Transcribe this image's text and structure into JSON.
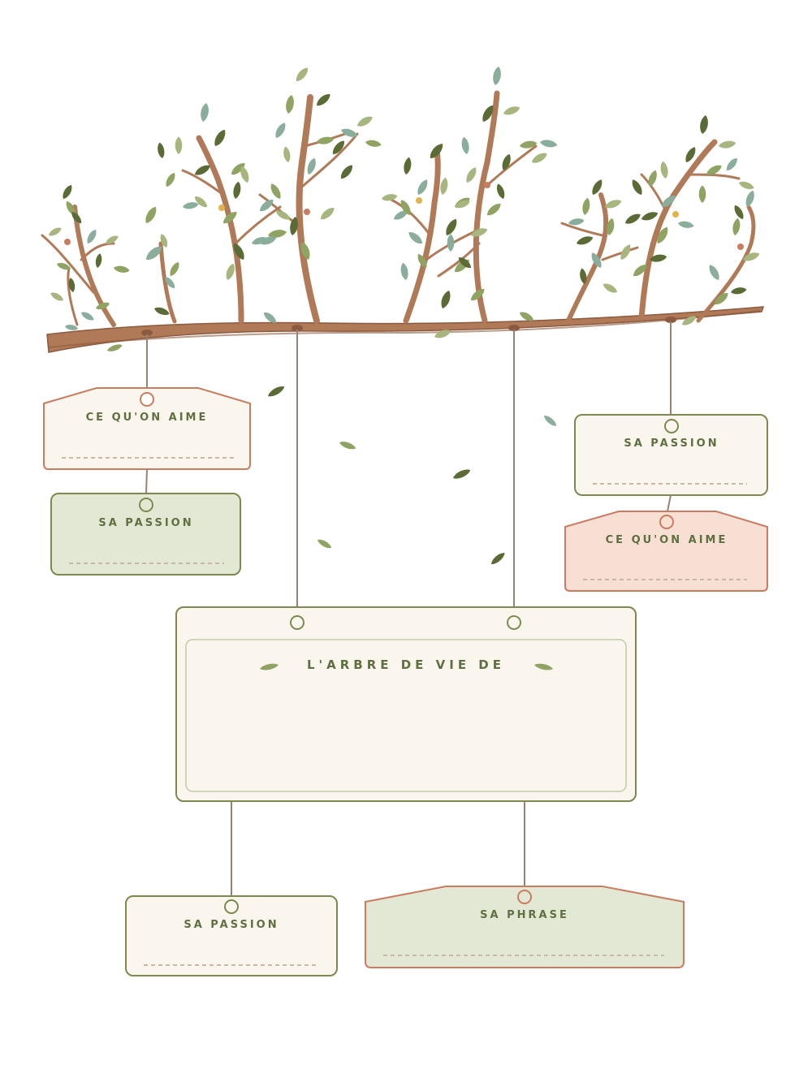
{
  "colors": {
    "branch": "#b07a58",
    "branch_dark": "#8c5a40",
    "leaf_dark": "#5b6b35",
    "leaf_mid": "#8fa363",
    "leaf_blue": "#8aad9c",
    "leaf_light": "#a7b67f",
    "label_text": "#5f7040",
    "card_cream": "#faf6ee",
    "card_green": "#e3e8d4",
    "card_pink": "#f7dfd3",
    "border_green": "#7c8a50",
    "border_terracotta": "#c97c60",
    "cord": "#9a8273"
  },
  "labels": {
    "likes_left": "CE QU'ON AIME",
    "passion_left": "SA PASSION",
    "passion_right": "SA PASSION",
    "likes_right": "CE QU'ON AIME",
    "main_title": "L'ARBRE DE VIE DE",
    "passion_bottom": "SA PASSION",
    "phrase": "SA PHRASE"
  },
  "main_name_value": ""
}
